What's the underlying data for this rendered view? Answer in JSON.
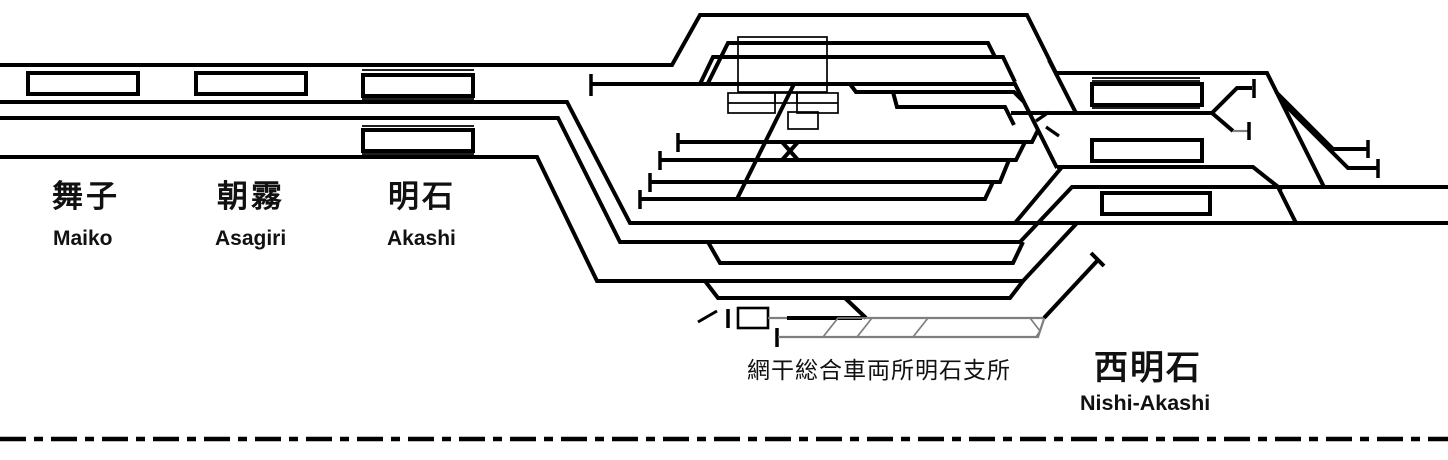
{
  "diagram": {
    "kind": "railway-track-diagram",
    "colors": {
      "track": "#000000",
      "yard_track_gray": "#7f7f7f",
      "background": "#ffffff",
      "text": "#111111"
    }
  },
  "stations": {
    "maiko": {
      "ja": "舞子",
      "en": "Maiko"
    },
    "asagiri": {
      "ja": "朝霧",
      "en": "Asagiri"
    },
    "akashi": {
      "ja": "明石",
      "en": "Akashi"
    },
    "nishi_akashi": {
      "ja": "西明石",
      "en": "Nishi-Akashi"
    }
  },
  "facilities": {
    "depot": {
      "ja": "網干総合車両所明石支所"
    }
  }
}
